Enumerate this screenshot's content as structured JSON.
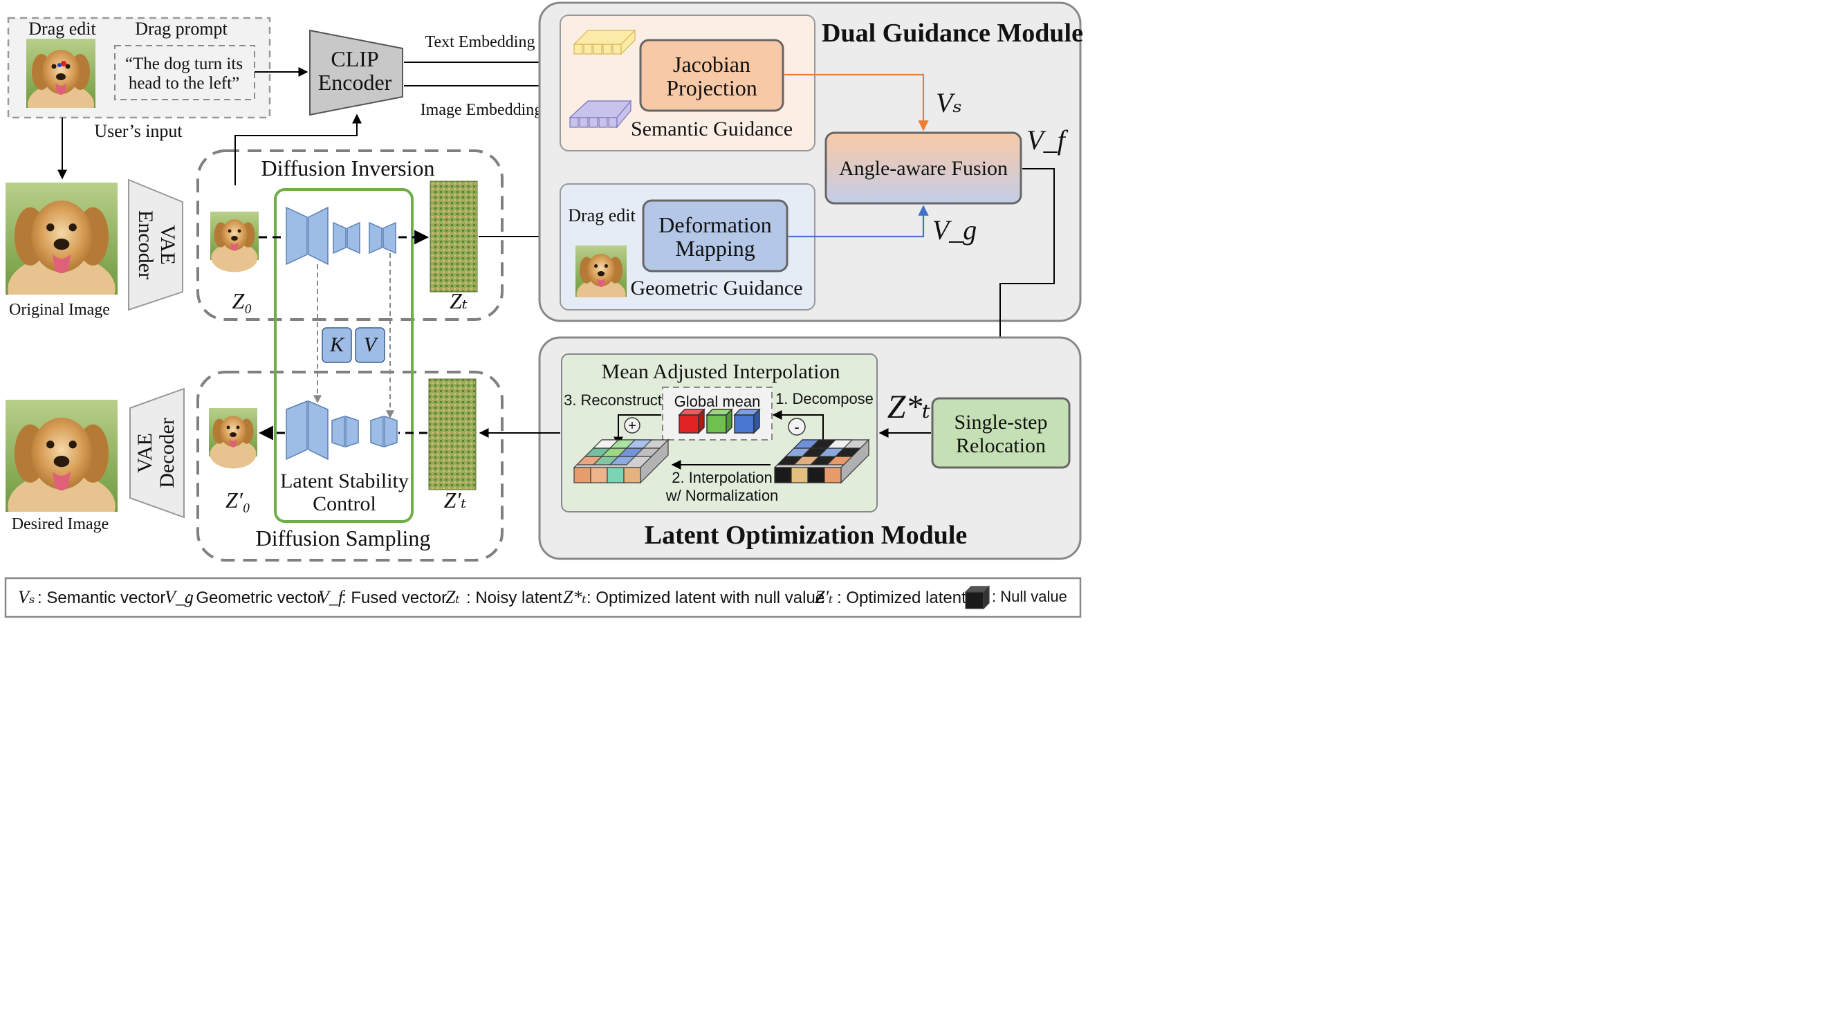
{
  "input_panel": {
    "drag_edit_label": "Drag edit",
    "drag_prompt_label": "Drag prompt",
    "prompt_line1": "“The dog turn its",
    "prompt_line2": "head to the left”",
    "users_input_label": "User’s input"
  },
  "clip": {
    "line1": "CLIP",
    "line2": "Encoder"
  },
  "text_embedding_label": "Text Embedding",
  "image_embedding_label": "Image Embedding",
  "original_image_label": "Original Image",
  "desired_image_label": "Desired Image",
  "vae_encoder": {
    "line1": "VAE",
    "line2": "Encoder"
  },
  "vae_decoder": {
    "line1": "VAE",
    "line2": "Decoder"
  },
  "diffusion_inversion_label": "Diffusion Inversion",
  "diffusion_sampling_label": "Diffusion Sampling",
  "latent_stability": {
    "line1": "Latent Stability",
    "line2": "Control"
  },
  "kv": {
    "k": "K",
    "v": "V"
  },
  "latents": {
    "z0": "Z₀",
    "zt": "Zₜ",
    "z0_prime": "Z′₀",
    "zt_prime": "Z′ₜ",
    "zt_star": "Z*ₜ"
  },
  "dual_guidance": {
    "title": "Dual Guidance Module",
    "jacobian_line1": "Jacobian",
    "jacobian_line2": "Projection",
    "semantic_guidance": "Semantic Guidance",
    "drag_edit_label": "Drag edit",
    "deformation_line1": "Deformation",
    "deformation_line2": "Mapping",
    "geometric_guidance": "Geometric Guidance",
    "fusion": "Angle-aware Fusion",
    "vs": "Vₛ",
    "vg": "V_g",
    "vf": "V_f"
  },
  "latent_optimization": {
    "title": "Latent Optimization Module",
    "mai_title": "Mean Adjusted Interpolation",
    "global_mean": "Global mean",
    "reconstruct": "3. Reconstruct",
    "decompose": "1. Decompose",
    "interp_line1": "2. Interpolation",
    "interp_line2": "w/ Normalization",
    "plus": "+",
    "minus": "-",
    "relocation_line1": "Single-step",
    "relocation_line2": "Relocation"
  },
  "legend": {
    "vs_sym": "Vₛ",
    "vs_text": ": Semantic vector",
    "vg_sym": "V_g",
    "vg_text": ": Geometric vector",
    "vf_sym": "V_f",
    "vf_text": ": Fused vector",
    "zt_sym": "Zₜ",
    "zt_text": ": Noisy latent",
    "ztstar_sym": "Z*ₜ",
    "ztstar_text": ": Optimized latent with null value",
    "ztprime_sym": "Z′ₜ",
    "ztprime_text": ": Optimized latent",
    "null_text": ": Null value"
  },
  "colors": {
    "jacobian_fill": "#f8c9a6",
    "deformation_fill": "#b4c7e7",
    "relocation_fill": "#c5e0b4",
    "unet_blue": "#9dbde6",
    "orange_arrow": "#ed7d31",
    "blue_arrow": "#4472c4",
    "green_border": "#70ad47"
  }
}
